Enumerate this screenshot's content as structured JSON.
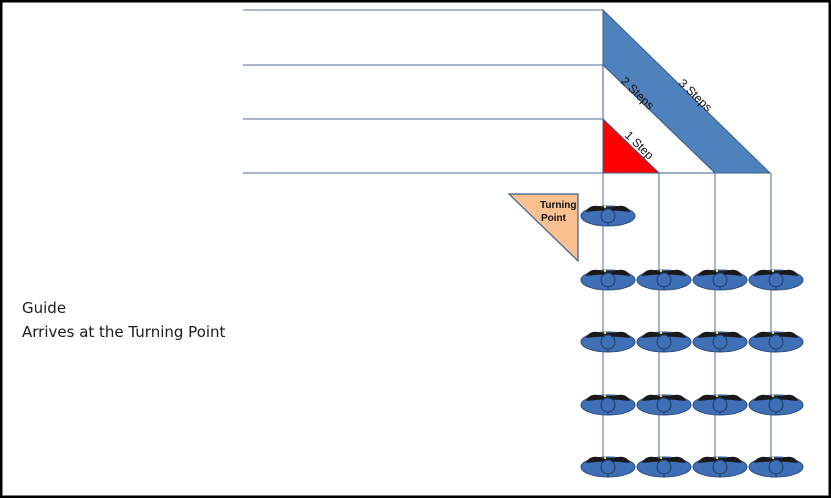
{
  "diagram": {
    "step_labels": {
      "one": "1 Step",
      "two": "2 Steps",
      "three": "3 Steps"
    },
    "turning_point_label": {
      "line1": "Turning",
      "line2": "Point"
    },
    "caption": {
      "line1": "Guide",
      "line2": "Arrives at the Turning Point"
    },
    "colors": {
      "band_fill": "#4f81bd",
      "band_stroke": "#385d8a",
      "one_step_fill": "#ff0000",
      "turning_point_fill": "#fac090",
      "yard_line": "#4f6fa0",
      "marcher_body": "#3f6fb5",
      "marcher_head": "#1a1a1a"
    },
    "guide": {
      "description_icon": "marcher-icon"
    },
    "formation": {
      "rows": 4,
      "columns": 4
    }
  }
}
